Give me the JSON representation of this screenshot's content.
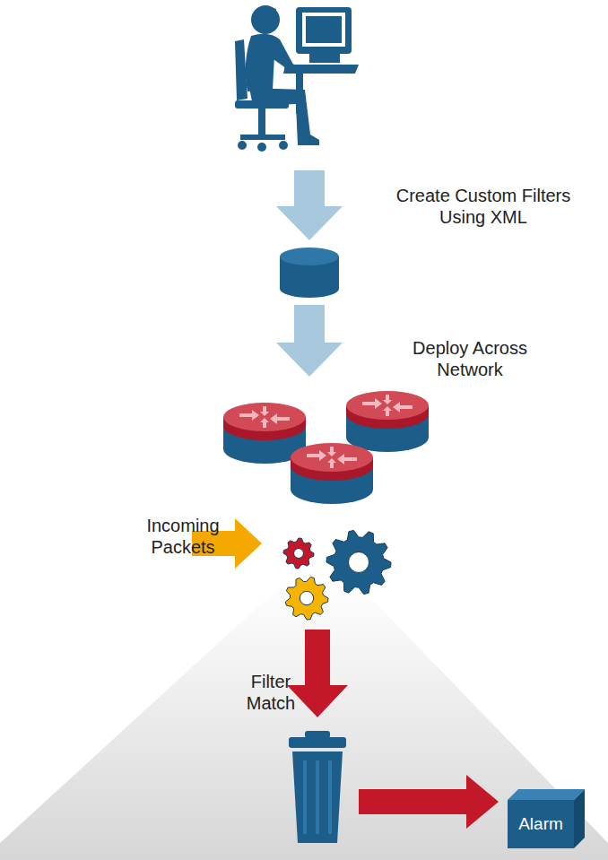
{
  "diagram": {
    "nodes": [
      {
        "text": [
          "Alarm"
        ]
      }
    ],
    "labels": [
      "Create Custom Filters Using XML",
      "Deploy Across Network",
      "Incoming Packets",
      "Filter Match"
    ]
  }
}
